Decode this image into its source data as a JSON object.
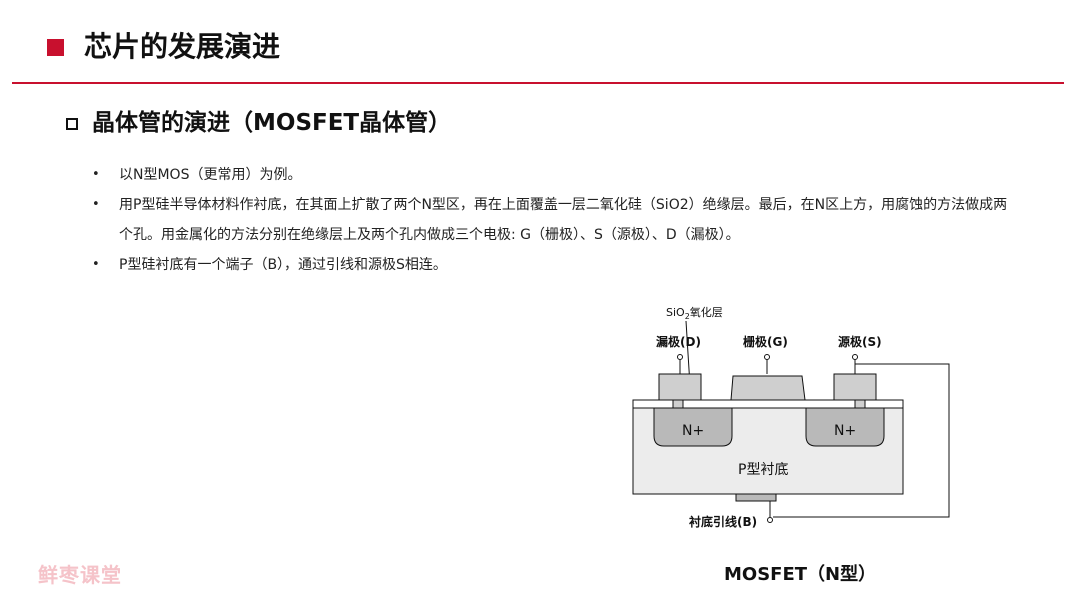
{
  "slide": {
    "title": "芯片的发展演进",
    "section_title": "晶体管的演进（MOSFET晶体管）",
    "bullets": [
      "以N型MOS（更常用）为例。",
      "用P型硅半导体材料作衬底，在其面上扩散了两个N型区，再在上面覆盖一层二氧化硅（SiO2）绝缘层。最后，在N区上方，用腐蚀的方法做成两个孔。用金属化的方法分别在绝缘层上及两个孔内做成三个电极: G（栅极）、S（源极）、D（漏极）。",
      "P型硅衬底有一个端子（B），通过引线和源极S相连。"
    ],
    "caption": "MOSFET（N型）",
    "watermark": "鲜枣课堂"
  },
  "diagram": {
    "oxide_label_prefix": "SiO",
    "oxide_label_sub": "2",
    "oxide_label_suffix": "氧化层",
    "drain_label": "漏极(D)",
    "gate_label": "栅极(G)",
    "source_label": "源极(S)",
    "n_left": "N+",
    "n_right": "N+",
    "substrate_label": "P型衬底",
    "body_label": "衬底引线(B)"
  },
  "colors": {
    "accent": "#c8102e",
    "watermark": "#f5c3c9",
    "substrate": "#ececec",
    "n_region": "#b9b9b9",
    "electrode": "#cfcfcf"
  }
}
